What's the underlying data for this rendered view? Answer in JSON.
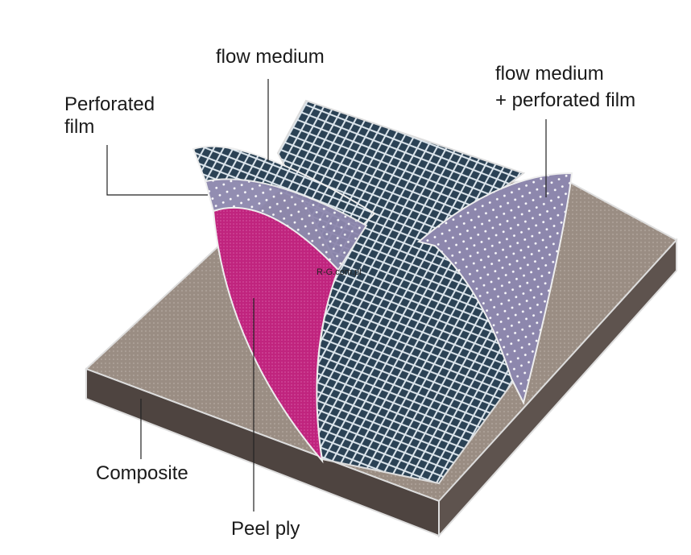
{
  "labels": {
    "flow_medium": "flow medium",
    "perforated_film_1": "Perforated",
    "perforated_film_2": "film",
    "flow_film_1": "flow medium",
    "flow_film_2": "+ perforated film",
    "composite": "Composite",
    "peel_ply": "Peel ply"
  },
  "watermark": "R-G.com.pl",
  "colors": {
    "composite_top": "#9a8d83",
    "composite_side": "#4e4440",
    "peel_ply": "#c0247e",
    "mesh": "#2b4255",
    "film": "#8d87ad"
  }
}
